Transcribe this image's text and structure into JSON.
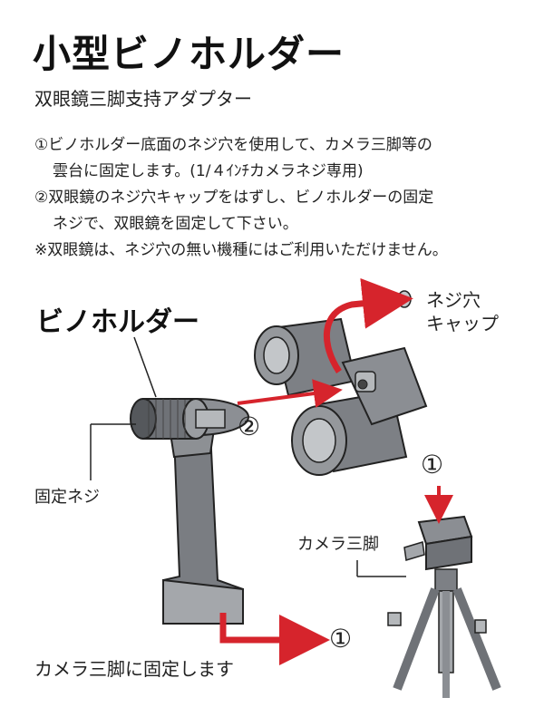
{
  "header": {
    "title": "小型ビノホルダー",
    "subtitle": "双眼鏡三脚支持アダプター"
  },
  "instructions": {
    "step1_line1": "①ビノホルダー底面のネジ穴を使用して、カメラ三脚等の",
    "step1_line2": "雲台に固定します。(1/４ｲﾝﾁカメラネジ専用)",
    "step2_line1": "②双眼鏡のネジ穴キャップをはずし、ビノホルダーの固定",
    "step2_line2": "ネジで、双眼鏡を固定して下さい。",
    "note": "※双眼鏡は、ネジ穴の無い機種にはご利用いただけません。"
  },
  "diagram": {
    "holder_label": "ビノホルダー",
    "screw_cap_line1": "ネジ穴",
    "screw_cap_line2": "キャップ",
    "knob_label": "固定ネジ",
    "tripod_label": "カメラ三脚",
    "fix_label": "カメラ三脚に固定します",
    "step_2_marker": "②",
    "step_1_marker_top": "①",
    "step_1_marker_bottom": "①",
    "arrow_color": "#d6242c",
    "device_color": "#777a7e"
  }
}
